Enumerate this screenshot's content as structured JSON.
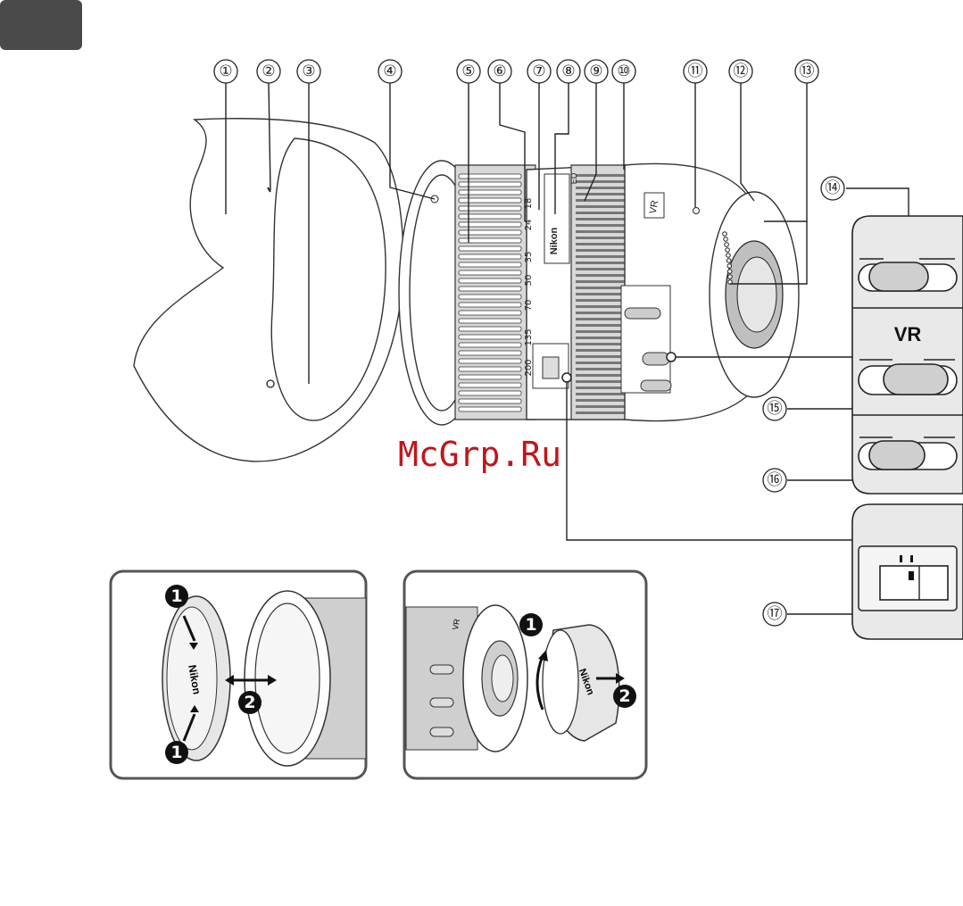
{
  "callouts": [
    {
      "id": "c1",
      "label": "①"
    },
    {
      "id": "c2",
      "label": "②"
    },
    {
      "id": "c3",
      "label": "③"
    },
    {
      "id": "c4",
      "label": "④"
    },
    {
      "id": "c5",
      "label": "⑤"
    },
    {
      "id": "c6",
      "label": "⑥"
    },
    {
      "id": "c7",
      "label": "⑦"
    },
    {
      "id": "c8",
      "label": "⑧"
    },
    {
      "id": "c9",
      "label": "⑨"
    },
    {
      "id": "c10",
      "label": "⑩"
    },
    {
      "id": "c11",
      "label": "⑪"
    },
    {
      "id": "c12",
      "label": "⑫"
    },
    {
      "id": "c13",
      "label": "⑬"
    },
    {
      "id": "c14",
      "label": "⑭"
    },
    {
      "id": "c15",
      "label": "⑮"
    },
    {
      "id": "c16",
      "label": "⑯"
    },
    {
      "id": "c17",
      "label": "⑰"
    }
  ],
  "lens": {
    "zoom_marks": [
      "18",
      "24",
      "35",
      "50",
      "70",
      "135",
      "200"
    ],
    "vr_badge": "VR",
    "brand": "Nikon",
    "ed_mark": "ED"
  },
  "switch_panel": {
    "vr_label": "VR"
  },
  "watermark": "McGrp.Ru",
  "inset_front": {
    "step1": "1",
    "step2": "2",
    "cap_brand": "Nikon"
  },
  "inset_rear": {
    "step1": "1",
    "step2": "2",
    "cap_brand": "Nikon",
    "vr_badge": "VR"
  },
  "colors": {
    "corner_tab": "#4a4a4a",
    "watermark": "#c0161d",
    "step_bubble": "#111111"
  }
}
